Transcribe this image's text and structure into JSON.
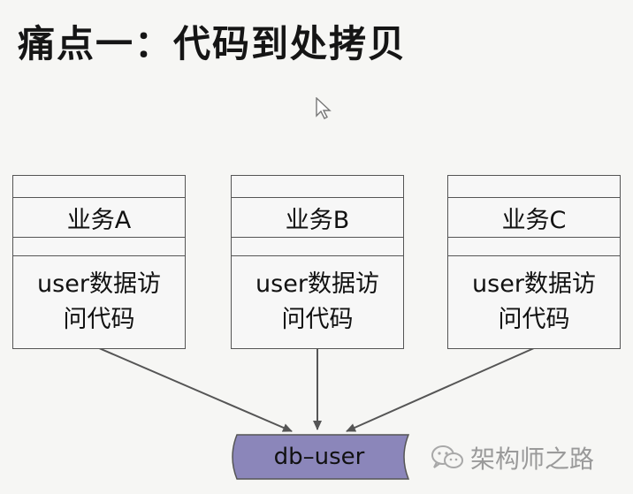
{
  "title": "痛点一：代码到处拷贝",
  "services": [
    {
      "name": "业务A",
      "line1": "user数据访",
      "line2": "问代码"
    },
    {
      "name": "业务B",
      "line1": "user数据访",
      "line2": "问代码"
    },
    {
      "name": "业务C",
      "line1": "user数据访",
      "line2": "问代码"
    }
  ],
  "database": {
    "label": "db–user"
  },
  "watermark": {
    "text": "架构师之路",
    "icon": "wechat-icon"
  },
  "colors": {
    "db_fill": "#8b86ba",
    "line": "#555555",
    "background": "#f6f6f4"
  }
}
